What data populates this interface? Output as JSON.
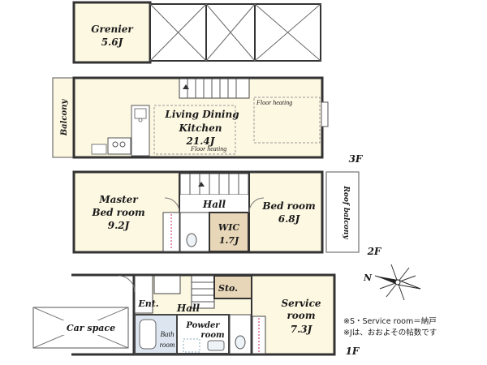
{
  "rooms": {
    "grenier": {
      "name": "Grenier",
      "size": "5.6J"
    },
    "ldk": {
      "line1": "Living Dining",
      "line2": "Kitchen",
      "size": "21.4J"
    },
    "floor_heating": "Floor heating",
    "balcony": "Balcony",
    "master": {
      "line1": "Master",
      "line2": "Bed room",
      "size": "9.2J"
    },
    "hall": "Hall",
    "wic": {
      "name": "WIC",
      "size": "1.7J"
    },
    "bedroom": {
      "name": "Bed room",
      "size": "6.8J"
    },
    "roof_balcony": "Roof balcony",
    "ent": "Ent.",
    "sto": "Sto.",
    "service": {
      "line1": "Service",
      "line2": "room",
      "size": "7.3J"
    },
    "car_space": "Car space",
    "bath": {
      "line1": "Bath",
      "line2": "room"
    },
    "powder": {
      "line1": "Powder",
      "line2": "room"
    }
  },
  "floors": {
    "f3": "3F",
    "f2": "2F",
    "f1": "1F"
  },
  "compass": {
    "north": "N"
  },
  "notes": [
    "※S・Service room＝納戸",
    "※Jは、おおよその帖数です"
  ],
  "colors": {
    "room": "#fdf8e2",
    "wic": "#e7d6b8",
    "wall": "#333333",
    "bath": "#dde6f0"
  }
}
